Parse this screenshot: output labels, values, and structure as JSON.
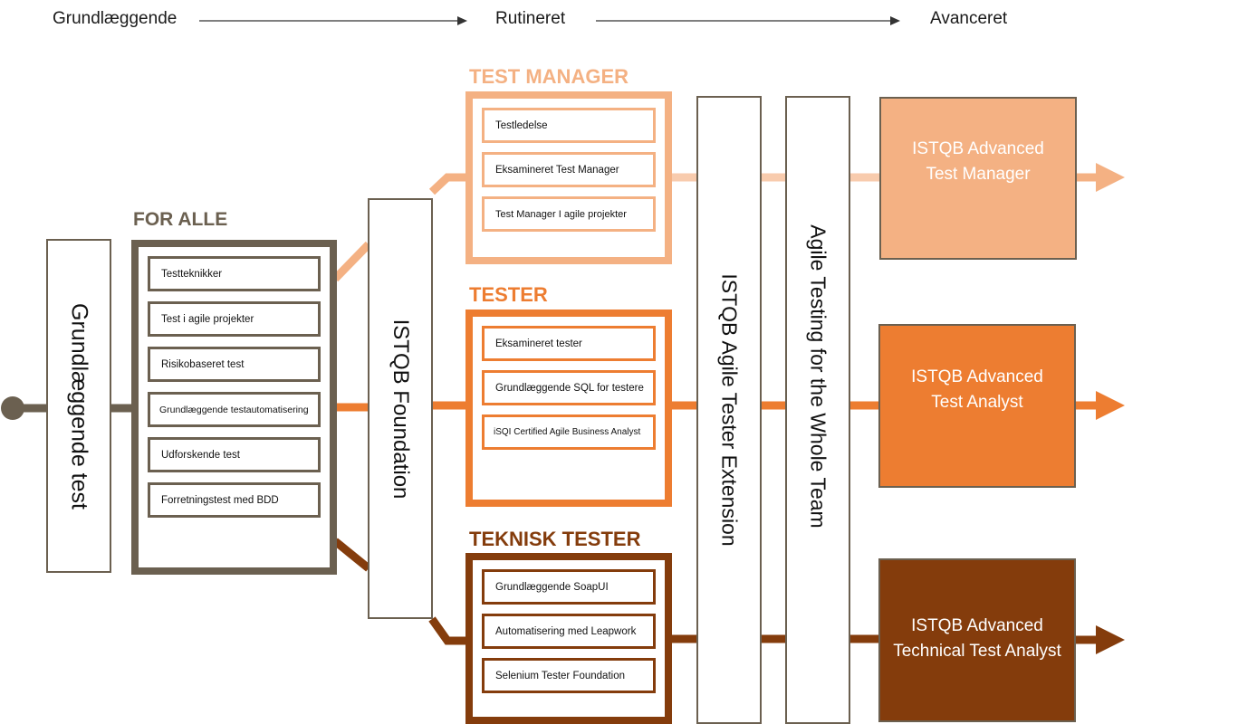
{
  "levels": {
    "basic": "Grundlæggende",
    "routine": "Rutineret",
    "advanced": "Avanceret"
  },
  "grundlaeggende_test": "Grundlæggende test",
  "for_alle": {
    "title": "FOR ALLE",
    "items": [
      "Testteknikker",
      "Test i agile projekter",
      "Risikobaseret test",
      "Grundlæggende testautomatisering",
      "Udforskende test",
      "Forretningstest med BDD"
    ]
  },
  "istqb_foundation": "ISTQB Foundation",
  "test_manager": {
    "title": "TEST MANAGER",
    "items": [
      "Testledelse",
      "Eksamineret Test Manager",
      "Test Manager I agile projekter"
    ]
  },
  "tester": {
    "title": "TESTER",
    "items": [
      "Eksamineret tester",
      "Grundlæggende SQL for testere",
      "iSQI Certified Agile Business Analyst"
    ]
  },
  "teknisk_tester": {
    "title": "TEKNISK TESTER",
    "items": [
      "Grundlæggende SoapUI",
      "Automatisering med Leapwork",
      "Selenium Tester Foundation"
    ]
  },
  "agile_extension": "ISTQB Agile Tester Extension",
  "agile_whole_team": "Agile Testing for the Whole Team",
  "advanced": {
    "tm": {
      "line1": "ISTQB Advanced",
      "line2": "Test Manager"
    },
    "ta": {
      "line1": "ISTQB Advanced",
      "line2": "Test Analyst"
    },
    "tta": {
      "line1": "ISTQB Advanced",
      "line2": "Technical Test Analyst"
    }
  },
  "colors": {
    "brown_gray": "#6b6050",
    "light_orange": "#f4b183",
    "orange": "#ed7d31",
    "dark_brown": "#843c0c",
    "tm_track": "#f8cbad"
  }
}
